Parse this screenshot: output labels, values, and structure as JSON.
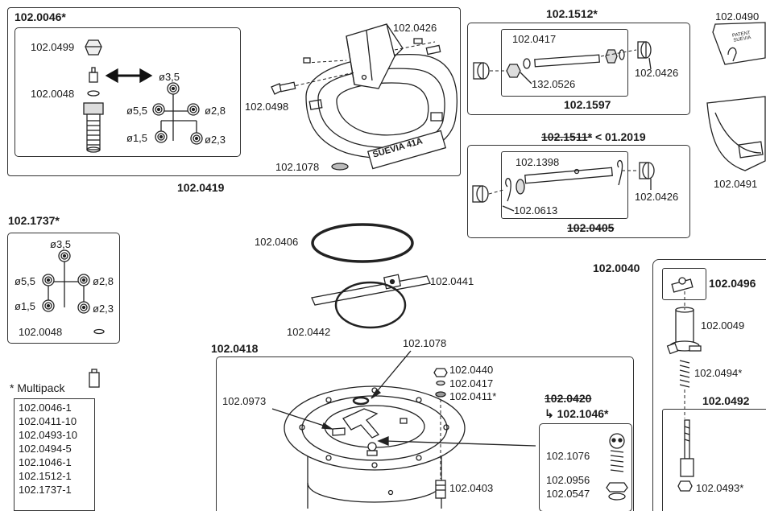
{
  "top_left": {
    "title": "102.0046*",
    "cap": "102.0499",
    "seal": "102.0048",
    "d35": "ø3,5",
    "d55": "ø5,5",
    "d28": "ø2,8",
    "d15": "ø1,5",
    "d23": "ø2,3",
    "p0426": "102.0426",
    "p0498": "102.0498",
    "p1078": "102.1078",
    "bowl_text": "SUEVIA 41A",
    "bottom": "102.0419"
  },
  "box1512": {
    "title": "102.1512*",
    "p0417": "102.0417",
    "p0526": "132.0526",
    "p0426": "102.0426",
    "bottom": "102.1597"
  },
  "box1511": {
    "title_struck": "102.1511*",
    "title_rest": "< 01.2019",
    "p1398": "102.1398",
    "p0613": "102.0613",
    "p0426": "102.0426",
    "bottom": "102.0405"
  },
  "right_top": {
    "p0490": "102.0490",
    "patent": "PATENT SUEVIA",
    "p0491": "102.0491"
  },
  "box1737": {
    "title": "102.1737*",
    "d35": "ø3,5",
    "d55": "ø5,5",
    "d28": "ø2,8",
    "d15": "ø1,5",
    "d23": "ø2,3",
    "seal": "102.0048"
  },
  "rings": {
    "p0406": "102.0406",
    "p0441": "102.0441",
    "p0442": "102.0442"
  },
  "multipack": {
    "title": "* Multipack",
    "items": [
      "102.0046-1",
      "102.0411-10",
      "102.0493-10",
      "102.0494-5",
      "102.1046-1",
      "102.1512-1",
      "102.1737-1"
    ]
  },
  "box0418": {
    "title": "102.0418",
    "p1078": "102.1078",
    "p0440": "102.0440",
    "p0417": "102.0417",
    "p0411": "102.0411*",
    "p0973": "102.0973",
    "p0403": "102.0403"
  },
  "box1046": {
    "title_struck": "102.0420",
    "title_new": "↳ 102.1046*",
    "p1076": "102.1076",
    "p0956": "102.0956",
    "p0547": "102.0547"
  },
  "right_col": {
    "p0040": "102.0040",
    "p0496": "102.0496",
    "p0049": "102.0049",
    "p0494": "102.0494*",
    "p0492": "102.0492",
    "p0493": "102.0493*"
  }
}
